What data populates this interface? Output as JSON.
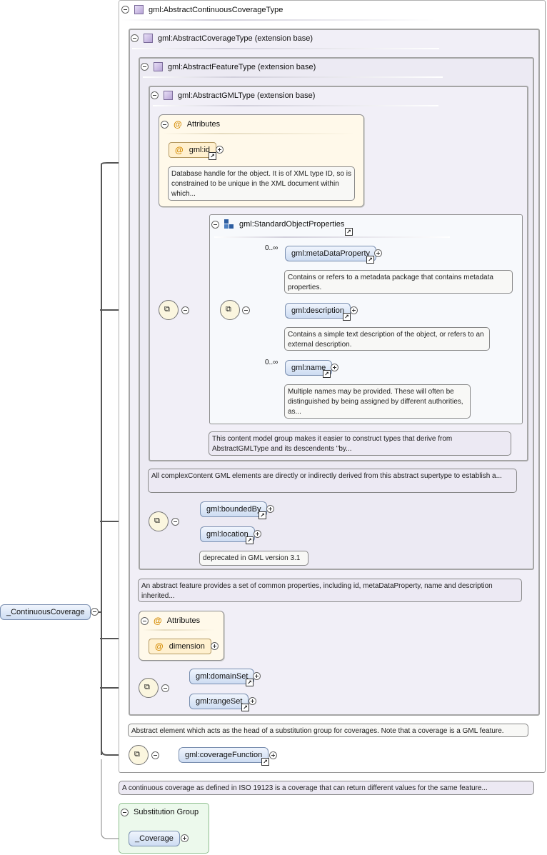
{
  "types": {
    "continuous_coverage": "gml:AbstractContinuousCoverageType",
    "coverage": "gml:AbstractCoverageType (extension base)",
    "feature": "gml:AbstractFeatureType (extension base)",
    "gml": "gml:AbstractGMLType (extension base)"
  },
  "attributes_label": "Attributes",
  "attr_id": {
    "name": "gml:id",
    "doc": "Database handle for the object. It is of XML type ID, so is constrained to be unique in the XML document within which..."
  },
  "standard_props": {
    "title": "gml:StandardObjectProperties",
    "doc": "This content model group makes it easier to construct types that derive from AbstractGMLType and its descendents \"by..."
  },
  "metadata": {
    "name": "gml:metaDataProperty",
    "cardinality": "0..∞",
    "doc": "Contains or refers to a metadata package that contains metadata properties."
  },
  "description": {
    "name": "gml:description",
    "doc": "Contains a simple text description of the object, or refers to an external description."
  },
  "name_el": {
    "name": "gml:name",
    "cardinality": "0..∞",
    "doc": "Multiple names may be provided. These will often be distinguished by being assigned by different authorities, as..."
  },
  "gml_doc": "All complexContent GML elements are directly or indirectly derived from this abstract supertype to establish a...",
  "bounded_by": "gml:boundedBy",
  "location": {
    "name": "gml:location",
    "doc": "deprecated in GML version 3.1"
  },
  "feature_doc": "An abstract feature provides a set of common properties, including id, metaDataProperty, name and description inherited...",
  "attr_dimension": "dimension",
  "domain_set": "gml:domainSet",
  "range_set": "gml:rangeSet",
  "coverage_doc": "Abstract element which acts as the head of a substitution group for coverages. Note that a coverage is a GML feature.",
  "coverage_function": "gml:coverageFunction",
  "continuous_doc": "A continuous coverage as defined in ISO 19123 is a coverage that can return different values for the same feature...",
  "root_element": "_ContinuousCoverage",
  "substitution": {
    "title": "Substitution Group",
    "member": "_Coverage"
  }
}
